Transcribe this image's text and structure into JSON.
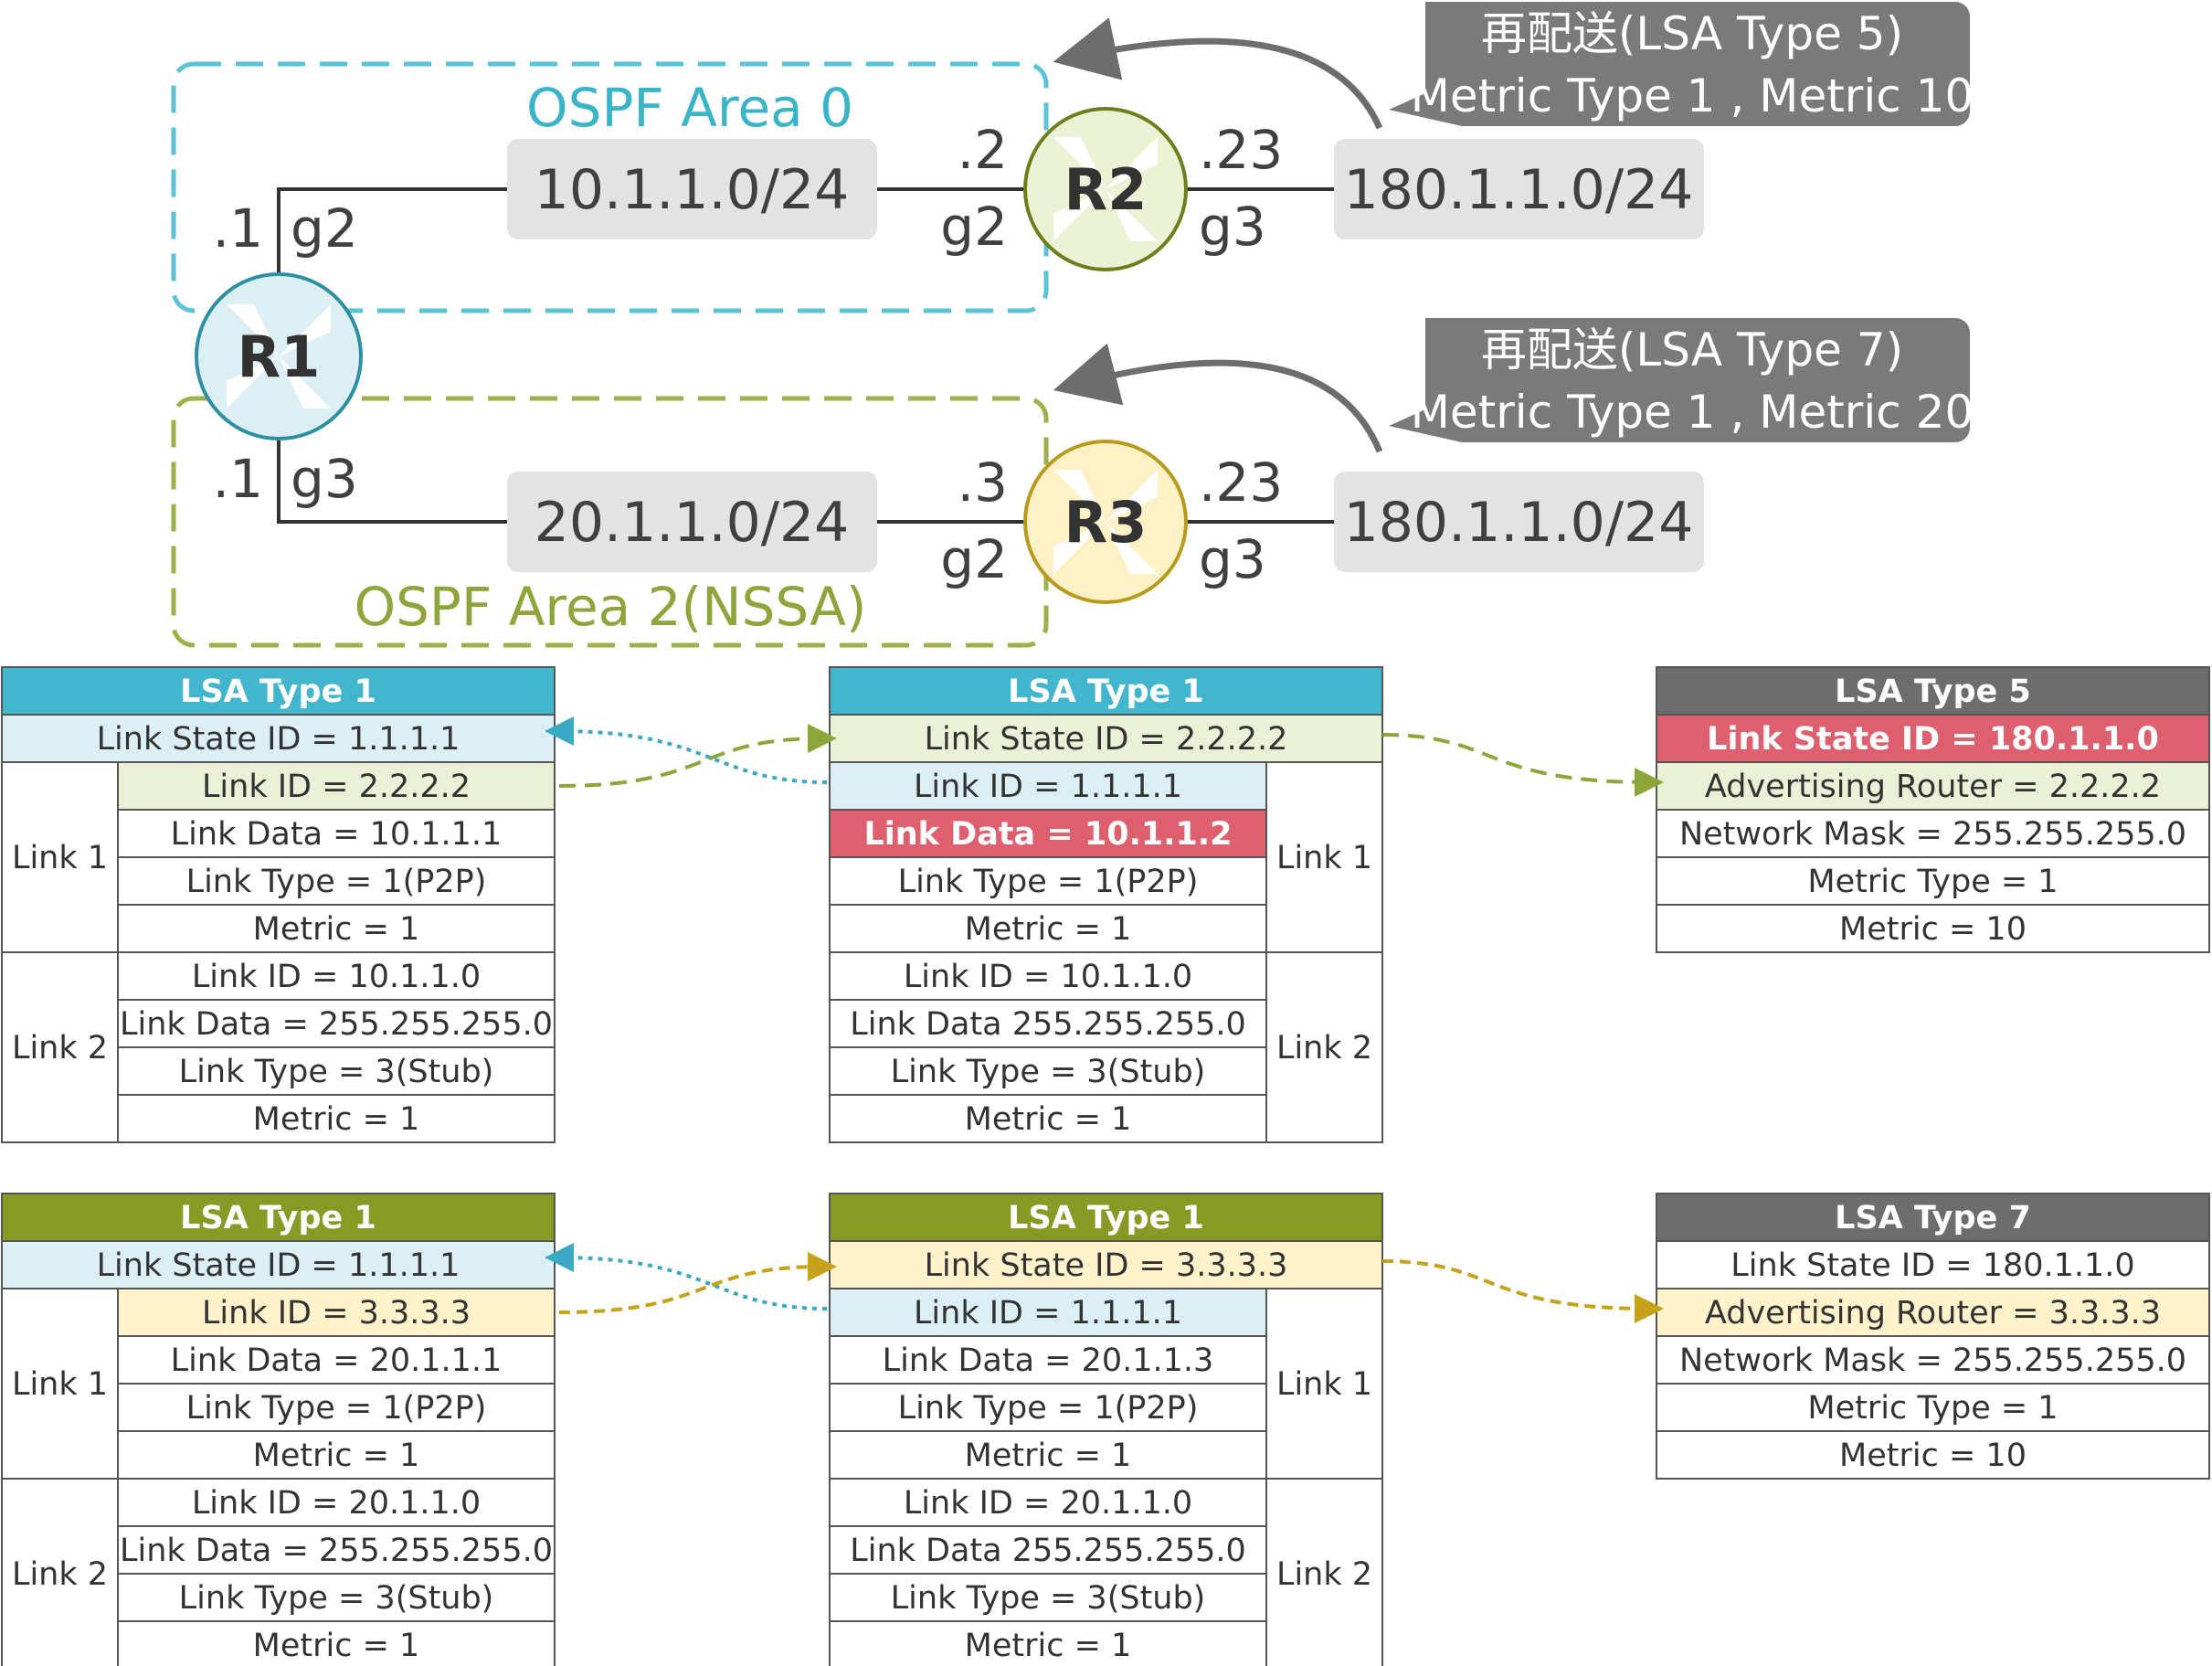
{
  "colors": {
    "area0": "#3cb4c8",
    "area2": "#8ea53b",
    "header_cyan": "#42b6cc",
    "header_olive": "#879a26",
    "header_gray": "#6d6d6d",
    "fill_cyan_light": "#dbeff5",
    "fill_green_light": "#ebf1d6",
    "fill_yellow_light": "#fff3cc",
    "fill_red": "#de5f6d",
    "callout_gray": "#7a7a7a",
    "net_box": "#e3e3e3"
  },
  "topology": {
    "area0_label": "OSPF Area 0",
    "area2_label": "OSPF Area 2(NSSA)",
    "routers": {
      "r1": "R1",
      "r2": "R2",
      "r3": "R3"
    },
    "net_r1_r2": "10.1.1.0/24",
    "net_r1_r3": "20.1.1.0/24",
    "net_ext_r2": "180.1.1.0/24",
    "net_ext_r3": "180.1.1.0/24",
    "r1_g2_ip": ".1",
    "r1_g2_if": "g2",
    "r1_g3_ip": ".1",
    "r1_g3_if": "g3",
    "r2_g2_ip": ".2",
    "r2_g2_if": "g2",
    "r2_g3_ip": ".23",
    "r2_g3_if": "g3",
    "r3_g2_ip": ".3",
    "r3_g2_if": "g2",
    "r3_g3_ip": ".23",
    "r3_g3_if": "g3",
    "callout_top_line1": "再配送(LSA Type 5)",
    "callout_top_line2": "Metric Type 1 , Metric 10",
    "callout_bottom_line1": "再配送(LSA Type 7)",
    "callout_bottom_line2": "Metric Type 1 , Metric 20"
  },
  "lsa": {
    "t1_r1_area0": {
      "header": "LSA Type 1",
      "lsid": "Link State ID = 1.1.1.1",
      "link1": {
        "label": "Link 1",
        "rows": [
          "Link ID = 2.2.2.2",
          "Link Data = 10.1.1.1",
          "Link Type = 1(P2P)",
          "Metric = 1"
        ]
      },
      "link2": {
        "label": "Link 2",
        "rows": [
          "Link ID = 10.1.1.0",
          "Link Data = 255.255.255.0",
          "Link Type = 3(Stub)",
          "Metric = 1"
        ]
      }
    },
    "t1_r2_area0": {
      "header": "LSA Type 1",
      "lsid": "Link State ID = 2.2.2.2",
      "link1": {
        "label": "Link 1",
        "rows": [
          "Link ID = 1.1.1.1",
          "Link Data = 10.1.1.2",
          "Link Type = 1(P2P)",
          "Metric = 1"
        ]
      },
      "link2": {
        "label": "Link 2",
        "rows": [
          "Link ID = 10.1.1.0",
          "Link Data 255.255.255.0",
          "Link Type = 3(Stub)",
          "Metric = 1"
        ]
      }
    },
    "t5": {
      "header": "LSA Type 5",
      "rows": [
        "Link State ID = 180.1.1.0",
        "Advertising Router = 2.2.2.2",
        "Network Mask = 255.255.255.0",
        "Metric Type = 1",
        "Metric = 10"
      ]
    },
    "t1_r1_area2": {
      "header": "LSA Type 1",
      "lsid": "Link State ID = 1.1.1.1",
      "link1": {
        "label": "Link 1",
        "rows": [
          "Link ID = 3.3.3.3",
          "Link Data = 20.1.1.1",
          "Link Type = 1(P2P)",
          "Metric = 1"
        ]
      },
      "link2": {
        "label": "Link 2",
        "rows": [
          "Link ID = 20.1.1.0",
          "Link Data = 255.255.255.0",
          "Link Type = 3(Stub)",
          "Metric = 1"
        ]
      }
    },
    "t1_r3_area2": {
      "header": "LSA Type 1",
      "lsid": "Link State ID = 3.3.3.3",
      "link1": {
        "label": "Link 1",
        "rows": [
          "Link ID = 1.1.1.1",
          "Link Data = 20.1.1.3",
          "Link Type = 1(P2P)",
          "Metric = 1"
        ]
      },
      "link2": {
        "label": "Link 2",
        "rows": [
          "Link ID = 20.1.1.0",
          "Link Data 255.255.255.0",
          "Link Type = 3(Stub)",
          "Metric = 1"
        ]
      }
    },
    "t7": {
      "header": "LSA Type 7",
      "rows": [
        "Link State ID = 180.1.1.0",
        "Advertising Router = 3.3.3.3",
        "Network Mask = 255.255.255.0",
        "Metric Type = 1",
        "Metric = 10"
      ]
    }
  }
}
